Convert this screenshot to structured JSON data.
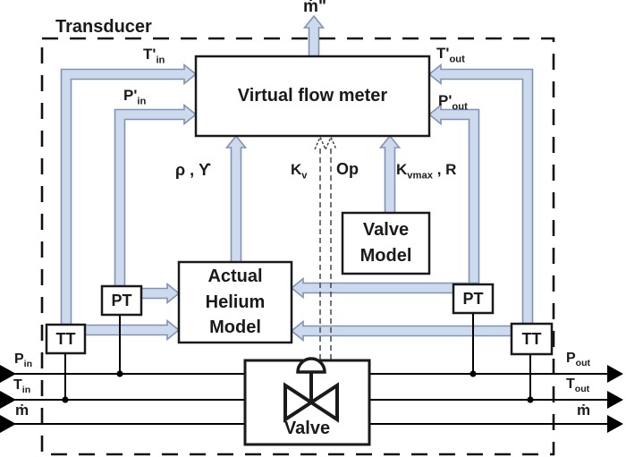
{
  "diagram": {
    "frame_label": "Transducer",
    "blocks": {
      "virtual_flow_meter": "Virtual flow meter",
      "valve_model": "Valve Model",
      "helium_model": "Actual Helium Model",
      "valve": "Valve",
      "tt": "TT",
      "pt": "PT"
    },
    "signals": {
      "mdot_estimate": {
        "main": "ṁ\""
      },
      "t_in": {
        "main": "T'",
        "sub": "in"
      },
      "p_in": {
        "main": "P'",
        "sub": "in"
      },
      "t_out": {
        "main": "T'",
        "sub": "out"
      },
      "p_out": {
        "main": "P'",
        "sub": "out"
      },
      "rho_gamma": {
        "main": "ρ , ϒ"
      },
      "kv": {
        "main": "K",
        "sub": "v"
      },
      "op": {
        "main": "Op"
      },
      "kvmax_r": {
        "main": "K",
        "sub": "vmax",
        "post": " , R"
      }
    },
    "ports": {
      "left": [
        {
          "main": "P",
          "sub": "in"
        },
        {
          "main": "T",
          "sub": "in"
        },
        {
          "main": "ṁ"
        }
      ],
      "right": [
        {
          "main": "P",
          "sub": "out"
        },
        {
          "main": "T",
          "sub": "out"
        },
        {
          "main": "ṁ"
        }
      ]
    },
    "colors": {
      "arrow_fill": "#cdd9ec",
      "arrow_stroke": "#7f94b4",
      "line_color": "#000000",
      "box_stroke": "#1a1a1a"
    }
  }
}
